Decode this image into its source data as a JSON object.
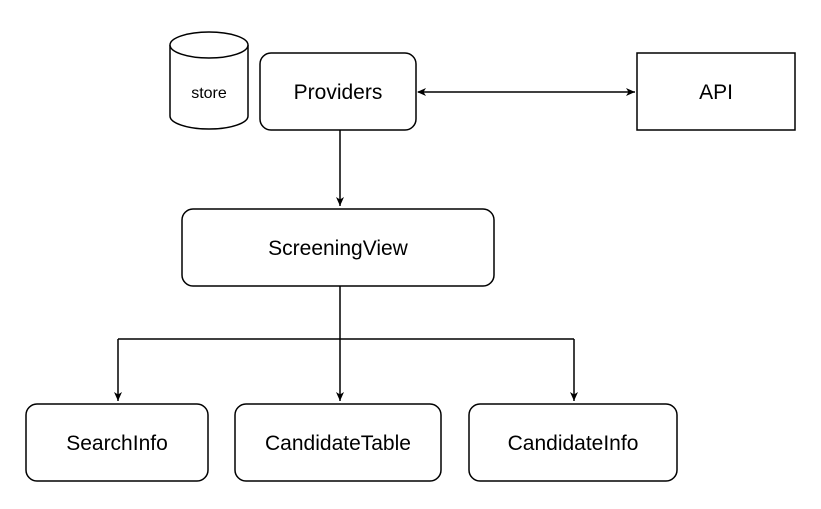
{
  "nodes": {
    "store": {
      "label": "store"
    },
    "providers": {
      "label": "Providers"
    },
    "api": {
      "label": "API"
    },
    "screening_view": {
      "label": "ScreeningView"
    },
    "search_info": {
      "label": "SearchInfo"
    },
    "candidate_table": {
      "label": "CandidateTable"
    },
    "candidate_info": {
      "label": "CandidateInfo"
    }
  },
  "edges": [
    {
      "from": "Providers",
      "to": "API",
      "direction": "bidirectional"
    },
    {
      "from": "Providers",
      "to": "ScreeningView",
      "direction": "forward"
    },
    {
      "from": "ScreeningView",
      "to": "SearchInfo",
      "direction": "forward"
    },
    {
      "from": "ScreeningView",
      "to": "CandidateTable",
      "direction": "forward"
    },
    {
      "from": "ScreeningView",
      "to": "CandidateInfo",
      "direction": "forward"
    }
  ],
  "colors": {
    "stroke": "#000000",
    "fill": "#ffffff"
  }
}
